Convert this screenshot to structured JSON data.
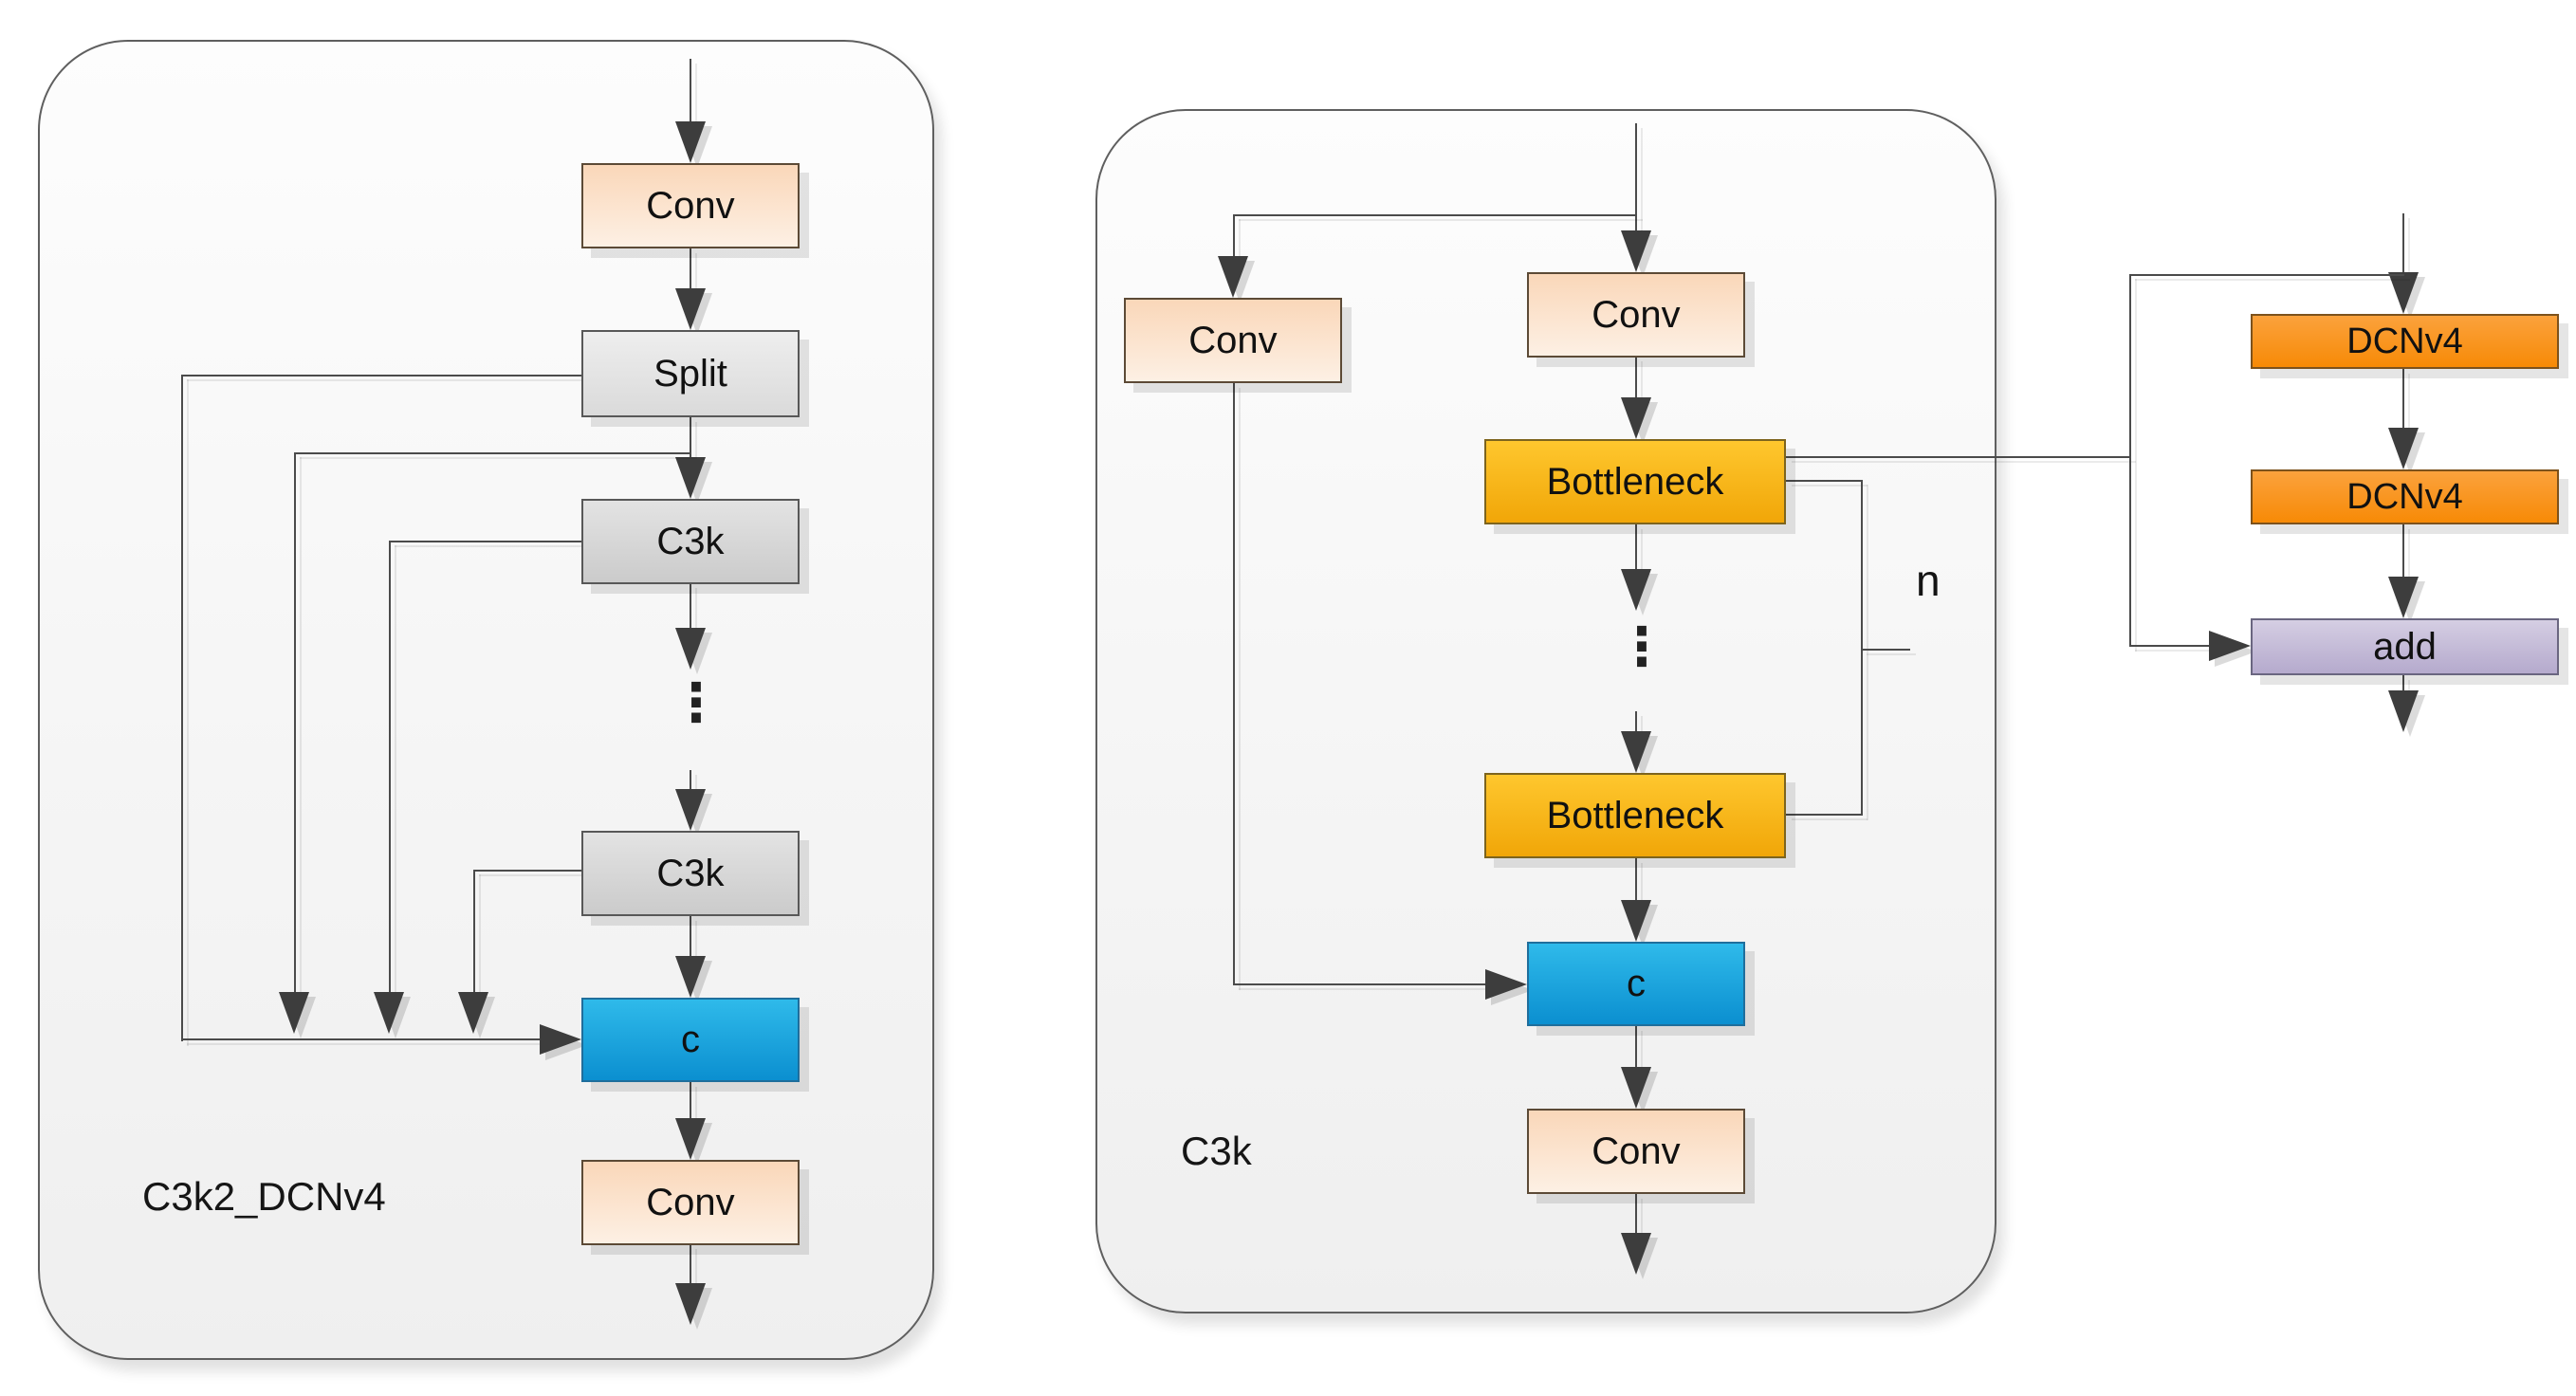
{
  "colors": {
    "line": "#4b4b4b",
    "panel-border": "#5f5f5f",
    "conv-top": "#fad7b9",
    "conv-bottom": "#fdf0e4",
    "gray-top": "#eeeeee",
    "gray-bottom": "#dadada",
    "c3k-top": "#e3e3e3",
    "c3k-bottom": "#cbcbcb",
    "bottleneck-top": "#fec72e",
    "bottleneck-bottom": "#f1a608",
    "concat-top": "#2fbaea",
    "concat-bottom": "#0b8fd0",
    "dcnv4-top": "#fba23d",
    "dcnv4-bottom": "#f78a06",
    "add-top": "#d5cee3",
    "add-bottom": "#b5aacd"
  },
  "left_panel": {
    "label": "C3k2_DCNv4",
    "conv_top": "Conv",
    "split": "Split",
    "c3k_1": "C3k",
    "dots": "⋮",
    "c3k_2": "C3k",
    "concat": "c",
    "conv_bottom": "Conv"
  },
  "middle_panel": {
    "label": "C3k",
    "conv_left": "Conv",
    "conv_top": "Conv",
    "bottleneck_1": "Bottleneck",
    "dots": "⋮",
    "bottleneck_2": "Bottleneck",
    "repeat_count": "n",
    "concat": "c",
    "conv_bottom": "Conv"
  },
  "right_panel": {
    "dcnv4_1": "DCNv4",
    "dcnv4_2": "DCNv4",
    "add": "add"
  },
  "structure": {
    "left_panel_flow": "input -> Conv -> Split -> C3k ... C3k -> c (concat) -> Conv -> output; Split output and each C3k output also skip-connect into c",
    "middle_panel_flow": "input splits: left branch Conv feeds c; main branch Conv -> Bottleneck repeated n times -> c (concat) -> Conv -> output",
    "bottleneck_repeat": "n",
    "bottleneck_expansion": "Bottleneck right edge links to the DCNv4 detail stack",
    "right_panel_flow": "input -> DCNv4 -> DCNv4 -> add -> output; input skip connection feeds add"
  }
}
